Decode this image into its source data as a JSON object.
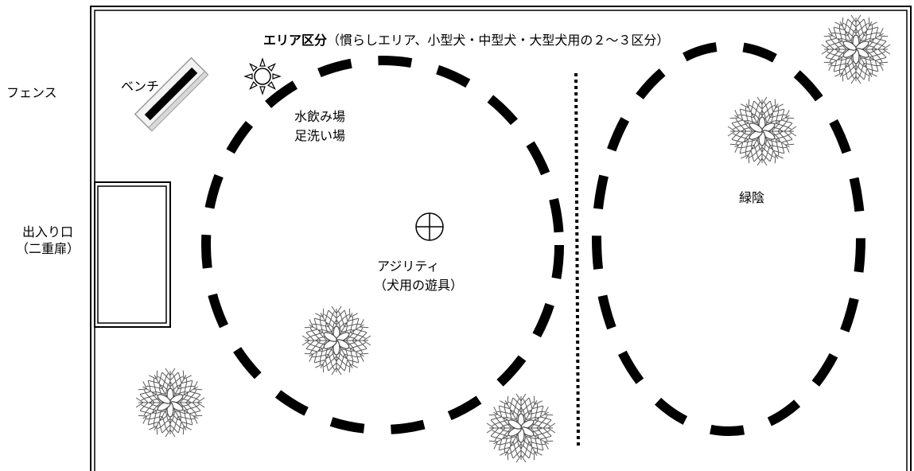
{
  "title": {
    "bold": "エリア区分",
    "detail": "（慣らしエリア、小型犬・中型犬・大型犬用の２～３区分）"
  },
  "labels": {
    "fence": "フェンス",
    "bench": "ベンチ",
    "entrance_line1": "出入り口",
    "entrance_line2": "（二重扉）",
    "water_line1": "水飲み場",
    "water_line2": "足洗い場",
    "agility_line1": "アジリティ",
    "agility_line2": "（犬用の遊具）",
    "shade": "緑陰"
  },
  "icons": {
    "sun": "sun-icon",
    "tree": "tree-icon",
    "agility": "crosshair-circle-icon",
    "bench": "bench-icon"
  },
  "colors": {
    "line": "#000000",
    "bench_face": "#f2f2f2",
    "tree_stroke": "#5a5a5a",
    "background": "#ffffff"
  }
}
